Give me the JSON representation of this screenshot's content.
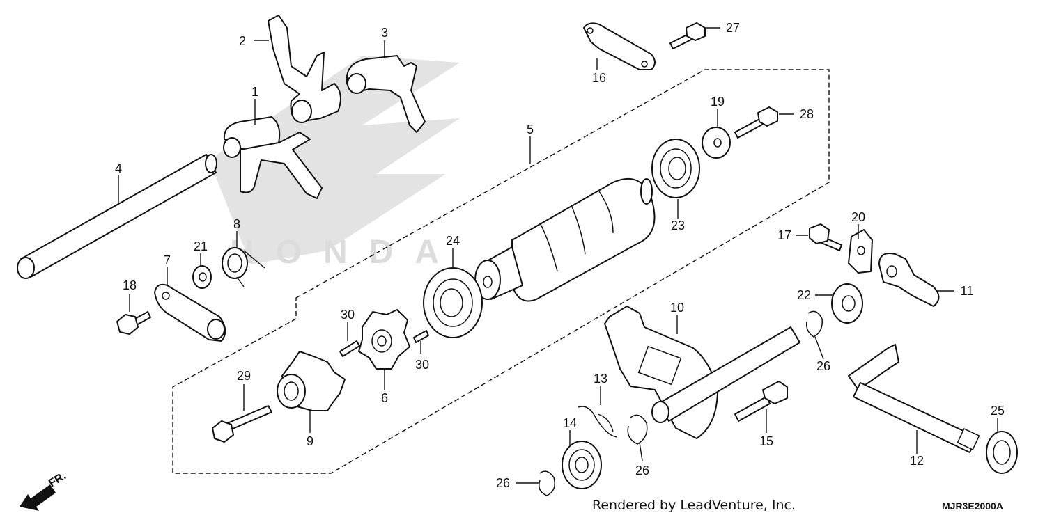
{
  "diagram": {
    "callouts": {
      "c1": "1",
      "c2": "2",
      "c3": "3",
      "c4": "4",
      "c5": "5",
      "c6": "6",
      "c7": "7",
      "c8": "8",
      "c9": "9",
      "c10": "10",
      "c11": "11",
      "c12": "12",
      "c13": "13",
      "c14": "14",
      "c15": "15",
      "c16": "16",
      "c17": "17",
      "c18": "18",
      "c19": "19",
      "c20": "20",
      "c21": "21",
      "c22": "22",
      "c23": "23",
      "c24": "24",
      "c25": "25",
      "c26a": "26",
      "c26b": "26",
      "c26c": "26",
      "c27": "27",
      "c28": "28",
      "c29": "29",
      "c30a": "30",
      "c30b": "30"
    },
    "direction_label": "FR.",
    "watermark_text": "HONDA",
    "footer": {
      "credit": "Rendered by LeadVenture, Inc.",
      "diagram_code": "MJR3E2000A"
    }
  }
}
